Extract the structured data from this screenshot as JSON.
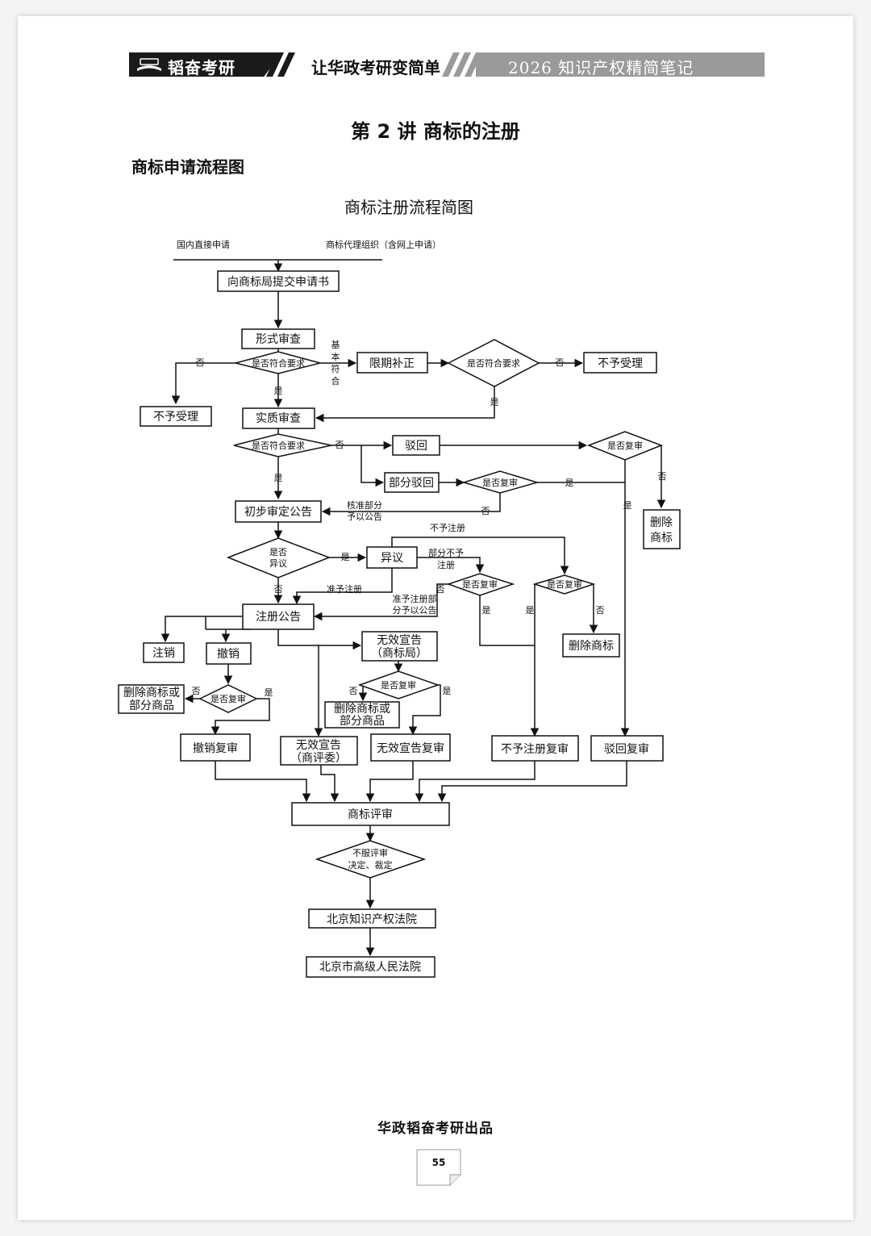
{
  "header": {
    "brand": "韬奋考研",
    "slogan": "让华政考研变简单",
    "notes_title": "2026 知识产权精简笔记"
  },
  "lecture_title": "第 2 讲  商标的注册",
  "section_title": "商标申请流程图",
  "diagram": {
    "title": "商标注册流程简图",
    "top_labels": {
      "left": "国内直接申请",
      "right": "商标代理组织（含网上申请）"
    },
    "nodes": {
      "submit": "向商标局提交申请书",
      "formal_exam": "形式审查",
      "q_conform1": "是否符合要求",
      "limited_fix": "限期补正",
      "q_conform2": "是否符合要求",
      "reject_accept_right": "不予受理",
      "reject_accept_left": "不予受理",
      "substantive_exam": "实质审查",
      "q_conform3": "是否符合要求",
      "reject": "驳回",
      "partial_reject": "部分驳回",
      "q_review1": "是否复审",
      "q_review2": "是否复审",
      "delete_mark1_line1": "删除",
      "delete_mark1_line2": "商标",
      "preliminary_announce": "初步审定公告",
      "q_opposition_line1": "是否",
      "q_opposition_line2": "异议",
      "opposition": "异议",
      "q_review3": "是否复审",
      "q_review4": "是否复审",
      "delete_mark2": "删除商标",
      "registration_announce": "注册公告",
      "cancel": "注销",
      "revoke": "撤销",
      "invalid_office_line1": "无效宣告",
      "invalid_office_line2": "（商标局）",
      "q_review5": "是否复审",
      "q_review6": "是否复审",
      "delete_goods1_line1": "删除商标或",
      "delete_goods1_line2": "部分商品",
      "delete_goods2_line1": "删除商标或",
      "delete_goods2_line2": "部分商品",
      "revoke_review": "撤销复审",
      "invalid_board_line1": "无效宣告",
      "invalid_board_line2": "（商评委）",
      "invalid_review": "无效宣告复审",
      "refuse_reg_review": "不予注册复审",
      "reject_review": "驳回复审",
      "tm_review": "商标评审",
      "q_disagree_line1": "不服评审",
      "q_disagree_line2": "决定、裁定",
      "ip_court": "北京知识产权法院",
      "high_court": "北京市高级人民法院"
    },
    "edge_labels": {
      "no": "否",
      "yes": "是",
      "basic_conform": [
        "基",
        "本",
        "符",
        "合"
      ],
      "approve_partial_line1": "核准部分",
      "approve_partial_line2": "予以公告",
      "refuse_reg": "不予注册",
      "partial_refuse_line1": "部分不予",
      "partial_refuse_line2": "注册",
      "approve_reg": "准予注册",
      "approve_reg_partial_line1": "准予注册部",
      "approve_reg_partial_line2": "分予以公告"
    }
  },
  "footer": "华政韬奋考研出品",
  "page_number": "55"
}
